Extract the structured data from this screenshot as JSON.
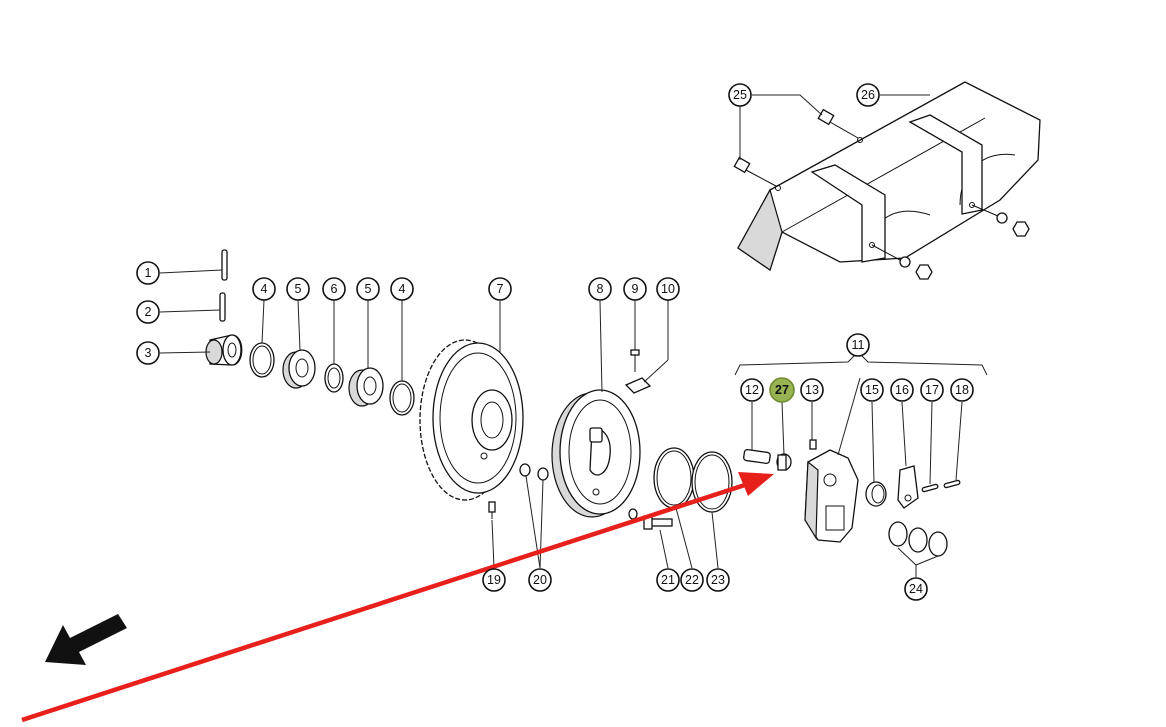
{
  "callouts": [
    {
      "id": "c1",
      "label": "1"
    },
    {
      "id": "c2",
      "label": "2"
    },
    {
      "id": "c3",
      "label": "3"
    },
    {
      "id": "c4a",
      "label": "4"
    },
    {
      "id": "c5a",
      "label": "5"
    },
    {
      "id": "c6",
      "label": "6"
    },
    {
      "id": "c5b",
      "label": "5"
    },
    {
      "id": "c4b",
      "label": "4"
    },
    {
      "id": "c7",
      "label": "7"
    },
    {
      "id": "c8",
      "label": "8"
    },
    {
      "id": "c9",
      "label": "9"
    },
    {
      "id": "c10",
      "label": "10"
    },
    {
      "id": "c11",
      "label": "11"
    },
    {
      "id": "c12",
      "label": "12"
    },
    {
      "id": "c27",
      "label": "27",
      "highlighted": true
    },
    {
      "id": "c13",
      "label": "13"
    },
    {
      "id": "c15",
      "label": "15"
    },
    {
      "id": "c16",
      "label": "16"
    },
    {
      "id": "c17",
      "label": "17"
    },
    {
      "id": "c18",
      "label": "18"
    },
    {
      "id": "c19",
      "label": "19"
    },
    {
      "id": "c20",
      "label": "20"
    },
    {
      "id": "c21",
      "label": "21"
    },
    {
      "id": "c22",
      "label": "22"
    },
    {
      "id": "c23",
      "label": "23"
    },
    {
      "id": "c24",
      "label": "24"
    },
    {
      "id": "c25",
      "label": "25"
    },
    {
      "id": "c26",
      "label": "26"
    }
  ],
  "colors": {
    "highlight": "#98b452",
    "pointer_arrow": "#e8201c",
    "direction_arrow": "#111111",
    "line": "#111111"
  },
  "icons": [
    "red-pointer-arrow-icon",
    "direction-arrow-icon"
  ]
}
